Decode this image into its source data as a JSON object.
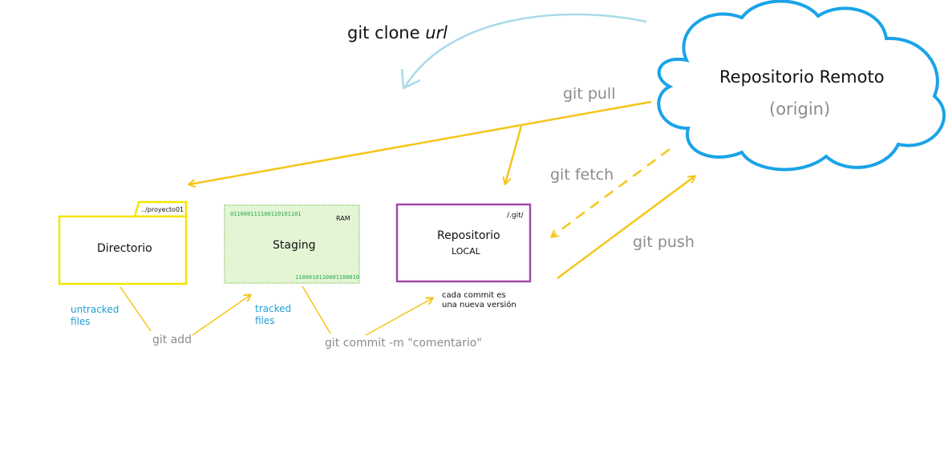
{
  "colors": {
    "arrow_yellow": "#f5c518",
    "clone_arrow": "#a9dbe8",
    "cloud_stroke": "#1aa3e8",
    "dir_border": "#f2e600",
    "staging_border": "#b8e0a0",
    "staging_fill": "#e4f5d6",
    "repo_border": "#a14aa8",
    "command_gray": "#8c8c8c",
    "tracked_blue": "#1f9fd6",
    "binary_green": "#2aa84a"
  },
  "remote": {
    "title": "Repositorio Remoto",
    "subtitle": "(origin)"
  },
  "commands": {
    "clone_prefix": "git clone ",
    "clone_url": "url",
    "pull": "git pull",
    "fetch": "git fetch",
    "push": "git push",
    "add": "git add",
    "commit": "git commit -m \"comentario\""
  },
  "directory": {
    "tab": "../proyecto01",
    "label": "Directorio"
  },
  "staging": {
    "binary_top": "011000111100110101101",
    "ram": "RAM",
    "label": "Staging",
    "binary_bottom": "1100010110001100010"
  },
  "repo": {
    "path": "/.git/",
    "label": "Repositorio",
    "sublabel": "LOCAL"
  },
  "notes": {
    "untracked": "untracked\nfiles",
    "tracked": "tracked\nfiles",
    "commit_note": "cada commit es\nuna nueva versión"
  }
}
